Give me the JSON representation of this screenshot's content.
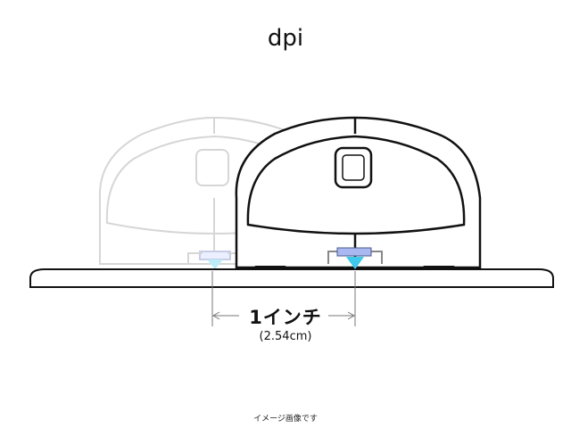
{
  "title": "dpi",
  "distance": {
    "label": "1インチ",
    "sub_label": "(2.54cm)"
  },
  "caption": "イメージ画像です",
  "colors": {
    "outline": "#111111",
    "ghost_outline": "#d6d6d6",
    "sensor_fill": "#a9b8f0",
    "beam": "#3ec8ec"
  }
}
